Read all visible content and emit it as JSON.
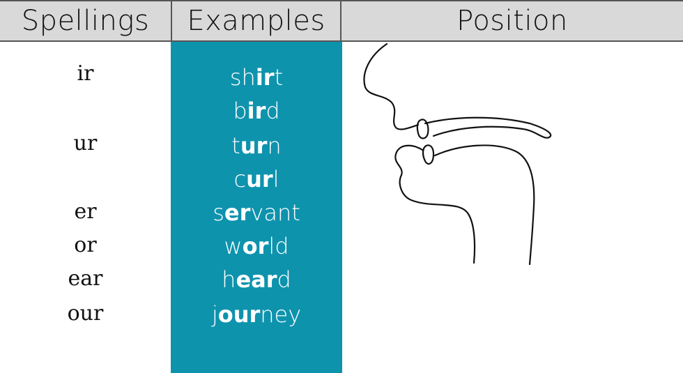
{
  "headers": {
    "spellings": "Spellings",
    "examples": "Examples",
    "position": "Position"
  },
  "spellings": [
    "ir",
    "ur",
    "er",
    "or",
    "ear",
    "our"
  ],
  "examples": [
    {
      "pre": "sh",
      "bold": "ir",
      "post": "t"
    },
    {
      "pre": "b",
      "bold": "ir",
      "post": "d"
    },
    {
      "pre": "t",
      "bold": "ur",
      "post": "n"
    },
    {
      "pre": "c",
      "bold": "ur",
      "post": "l"
    },
    {
      "pre": "s",
      "bold": "er",
      "post": "vant"
    },
    {
      "pre": "w",
      "bold": "or",
      "post": "ld"
    },
    {
      "pre": "h",
      "bold": "ear",
      "post": "d"
    },
    {
      "pre": "j",
      "bold": "our",
      "post": "ney"
    }
  ],
  "colors": {
    "examples_bg": "#0e93ad",
    "header_bg": "#d9d9d9"
  },
  "icons": {
    "diagram": "mouth-position-diagram"
  }
}
